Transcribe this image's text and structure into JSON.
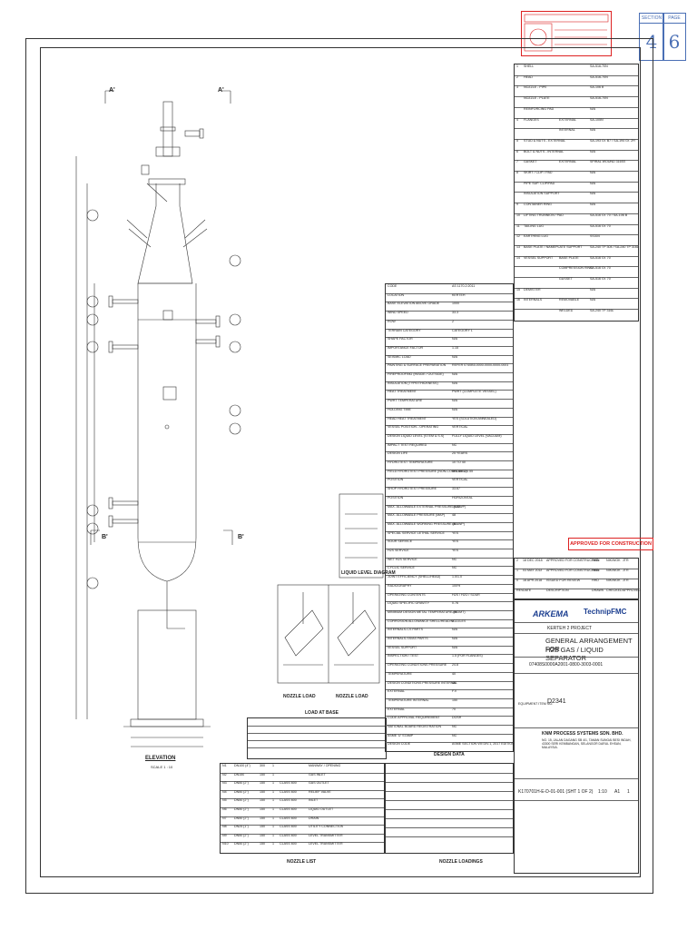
{
  "section_box": {
    "section_label": "SECTION",
    "page_label": "PAGE",
    "section_value": "4",
    "page_value": "6"
  },
  "approved_stamp": "APPROVED FOR CONSTRUCTION",
  "drawing": {
    "section_a_left": "A'",
    "section_a_right": "A'",
    "section_b_left": "B'",
    "section_b_right": "B'",
    "elevation_label": "ELEVATION",
    "elevation_scale": "SCALE 1 : 10",
    "liquid_level_label": "LIQUID LEVEL DIAGRAM",
    "nozzle_load_label_1": "NOZZLE LOAD",
    "nozzle_load_label_2": "NOZZLE LOAD",
    "load_at_base": "LOAD AT BASE",
    "design_data": "DESIGN DATA",
    "nozzle_list": "NOZZLE LIST",
    "nozzle_loadings": "NOZZLE LOADINGS"
  },
  "design_data_rows": [
    [
      "CODE",
      "AS 1170.2:2011"
    ],
    [
      "LOCATION",
      "KERTEH"
    ],
    [
      "BASE ELEVATION ABOVE GRADE",
      "1000"
    ],
    [
      "WIND SPEED",
      "33.3"
    ],
    [
      "ROW",
      "2"
    ],
    [
      "TERRAIN CATEGORY",
      "CATEGORY 1"
    ],
    [
      "SHAPE FACTOR",
      "N/A"
    ],
    [
      "IMPORTANCE FACTOR",
      "1.15"
    ],
    [
      "SEISMIC LOAD",
      "N/A"
    ],
    [
      "PAINTING & SURFACE PREPARATION",
      "REFER 0740B5-0000-0000-0000-0001"
    ],
    [
      "FIREPROOFING (INSIDE / OUTSIDE)",
      "N/A"
    ],
    [
      "INSULATION (TYPE/THICKNESS)",
      "N/A"
    ],
    [
      "HEAT TREATMENT",
      "PWHT (COMPLETE VESSEL)"
    ],
    [
      "PWHT TEMPERATURE",
      "N/A"
    ],
    [
      "HOLDING TIME",
      "N/A"
    ],
    [
      "HEAD HEAT TREATMENT",
      "YES (SOLUTION ANNEALED)"
    ],
    [
      "VESSEL POSITION - OPERATING",
      "VERTICAL"
    ],
    [
      "DESIGN LIQUID LEVEL (STEM & S.S)",
      "FULLY LIQUID LEVEL (VACUUM)"
    ],
    [
      "IMPACT TEST REQUIRED",
      "NO"
    ],
    [
      "DESIGN LIFE",
      "25 YEARS"
    ],
    [
      "HYDROTEST TEMPERATURE",
      "10 TO 40"
    ],
    [
      "FIELD HYDROTEST PRESSURE (NON-CORRODED)",
      "103.69/120.55"
    ],
    [
      "POSITION",
      "VERTICAL"
    ],
    [
      "SHOP HYDROTEST PRESSURE",
      "33.67"
    ],
    [
      "POSITION",
      "HORIZONTAL"
    ],
    [
      "MAX. ALLOWABLE EXTERNAL PRESSURE (MAWP)",
      "14.22"
    ],
    [
      "MAX. ALLOWABLE PRESSURE (MAP)",
      "48"
    ],
    [
      "MAX. ALLOWABLE WORKING PRESSURE (MAWP)",
      "48"
    ],
    [
      "SPECIAL SERVICE LETHAL SERVICE",
      "YES"
    ],
    [
      "SOUR SERVICE",
      "YES"
    ],
    [
      "H2S SERVICE",
      "YES"
    ],
    [
      "WET H2S SERVICE",
      "NO"
    ],
    [
      "CYCLIC SERVICE",
      "NO"
    ],
    [
      "JOINT EFFICIENCY (SHELL/HEAD)",
      "1.0/1.0"
    ],
    [
      "RADIOGRAPHY",
      "100%"
    ],
    [
      "OPERATING CONTENTS",
      "H2S / H2O / SOUR"
    ],
    [
      "LIQUID SPECIFIC GRAVITY",
      "0.76"
    ],
    [
      "MINIMUM DESIGN METAL TEMPERATURE (MDMT)",
      "-46"
    ],
    [
      "CORROSION ALLOWANCE SHELL/HEAD/NOZZLES",
      "3"
    ],
    [
      "INTERNALS-CS PARTS",
      "N/A"
    ],
    [
      "INTERNALS-SS/AS PARTS",
      "N/A"
    ],
    [
      "VESSEL SUPPORT",
      "N/A"
    ],
    [
      "INSPECTION / TEST",
      "1.5 (FOR FLANGES)"
    ],
    [
      "OPERATING CONDITIONS PRESSURE",
      "24.8"
    ],
    [
      "TEMPERATURE",
      "40"
    ],
    [
      "DESIGN CONDITIONS PRESSURE INTERNAL",
      "48"
    ],
    [
      "EXTERNAL",
      "F.V"
    ],
    [
      "TEMPERATURE INTERNAL",
      "150"
    ],
    [
      "EXTERNAL",
      "70"
    ],
    [
      "CODE APPROVAL REQUIREMENT",
      "DOSH"
    ],
    [
      "NATIONAL BOARD REGISTRATION",
      "NO"
    ],
    [
      "ASME 'U' STAMP",
      "NO"
    ],
    [
      "DESIGN CODE",
      "ASME SECTION VIII DIV.1, 2017 EDITION"
    ]
  ],
  "materials_rows": [
    [
      "1",
      "SHELL",
      "",
      "SA-516-70N"
    ],
    [
      "2",
      "HEAD",
      "",
      "SA-516-70N"
    ],
    [
      "3",
      "NOZZLE - PIPE",
      "",
      "SA-106 B"
    ],
    [
      "",
      "NOZZLE - PLATE",
      "",
      "SA-516-70N"
    ],
    [
      "",
      "REINFORCING PAD",
      "",
      "N/A"
    ],
    [
      "4",
      "FLANGES",
      "EXTERNAL",
      "SA-105N"
    ],
    [
      "",
      "",
      "INTERNAL",
      "N/A"
    ],
    [
      "5",
      "STUD & NUTS - EXTERNAL",
      "",
      "SA-193 Gr. B7 / SA-194 Gr. 2H"
    ],
    [
      "6",
      "BOLT & NUTS - INTERNAL",
      "",
      "N/A"
    ],
    [
      "7",
      "GASKET",
      "EXTERNAL",
      "SPIRAL WOUND 316SS"
    ],
    [
      "8",
      "SKIRT / CLIP / PAD",
      "",
      "N/A"
    ],
    [
      "",
      "PIPE SUP. CLIP/PAD",
      "",
      "N/A"
    ],
    [
      "",
      "INSULATION SUPPORT",
      "",
      "N/A"
    ],
    [
      "9",
      "CONTAINER RING",
      "",
      "N/A"
    ],
    [
      "10",
      "LIFTING TRUNNION / PAD",
      "",
      "SA-516 Gr. 70 / SA-106 B"
    ],
    [
      "11",
      "TAILING LUG",
      "",
      "SA-516 Gr. 70"
    ],
    [
      "12",
      "EARTHING LUG",
      "",
      "SS304"
    ],
    [
      "13",
      "BASE PLATE / NAMEPLATE SUPPORT",
      "",
      "SA-240 TP 304 / SA-240 TP 316L"
    ],
    [
      "14",
      "VESSEL SUPPORT",
      "BASE PLATE",
      "SA-516 Gr. 70"
    ],
    [
      "",
      "",
      "COMPRESSION RING",
      "SA-516 Gr. 70"
    ],
    [
      "",
      "",
      "GUSSET",
      "SA-516 Gr. 70"
    ],
    [
      "15",
      "DEMISTER",
      "",
      "N/A"
    ],
    [
      "16",
      "INTERNALS",
      "REMOVABLE",
      "N/A"
    ],
    [
      "",
      "",
      "WELDED",
      "SA-240 TP 316L"
    ]
  ],
  "revisions": [
    [
      "2",
      "18 DEC 2018",
      "APPROVED FOR CONSTRUCTION",
      "HHD",
      "NIK/WOK",
      "JTR"
    ],
    [
      "1",
      "03 MAY 2018",
      "APPROVED FOR CONSTRUCTION",
      "HHD",
      "NIK/WOK",
      "JTR"
    ],
    [
      "0",
      "18 APR 2018",
      "ISSUED FOR REVIEW",
      "HHD",
      "NIK/WOK",
      "JTR"
    ],
    [
      "REV",
      "DATE",
      "DESCRIPTION",
      "DRAWN",
      "CHECKED",
      "APPROVED"
    ]
  ],
  "title_block": {
    "client": "ARKEMA",
    "contractor": "TechnipFMC",
    "project_title": "KERTEH 2 PROJECT",
    "drawing_title_1": "GENERAL ARRANGEMENT FOR",
    "drawing_title_2": "H2S GAS / LIQUID SEPARATOR",
    "contractor_doc_no": "07408S0000A2001-0800-3003-0001",
    "tag": "D2341",
    "tag_label": "EQUIPMENT ITEM NO.",
    "fabricator": "KNM PROCESS SYSTEMS SDN. BHD.",
    "fabricator_address": "NO. 15, JALAN DAGANG SB 4/1, TAMAN SUNGAI BESI INDAH, 43300 SERI KEMBANGAN, SELANGOR DARUL EHSAN, MALAYSIA.",
    "drawing_no": "K170701H-E-D-01-001 (SHT 1 OF 2)",
    "scale": "1:10",
    "size": "A1",
    "rev": "1"
  },
  "nozzle_list_rows": [
    [
      "N1",
      "DN100 (4\")",
      "300",
      "1",
      "",
      "MANWAY / OPENING"
    ],
    [
      "N2",
      "DN150",
      "150",
      "1",
      "",
      "GAS INLET"
    ],
    [
      "N3",
      "DN50 (2\")",
      "150",
      "1",
      "CLASS 600",
      "GAS OUTLET"
    ],
    [
      "N4",
      "DN50 (2\")",
      "150",
      "1",
      "CLASS 600",
      "RELIEF VALVE"
    ],
    [
      "N5",
      "DN50 (2\")",
      "150",
      "1",
      "CLASS 600",
      "INLET"
    ],
    [
      "N6",
      "DN50 (2\")",
      "150",
      "1",
      "CLASS 600",
      "LIQUID OUTLET"
    ],
    [
      "N7",
      "DN50 (2\")",
      "150",
      "1",
      "CLASS 600",
      "DRAIN"
    ],
    [
      "N8",
      "DN25 (1\")",
      "150",
      "1",
      "CLASS 600",
      "UTILITY CONNECTION"
    ],
    [
      "N9",
      "DN50 (2\")",
      "150",
      "1",
      "CLASS 600",
      "LEVEL TRANSMITTER"
    ],
    [
      "N10",
      "DN50 (2\")",
      "150",
      "1",
      "CLASS 600",
      "LEVEL TRANSMITTER"
    ]
  ]
}
